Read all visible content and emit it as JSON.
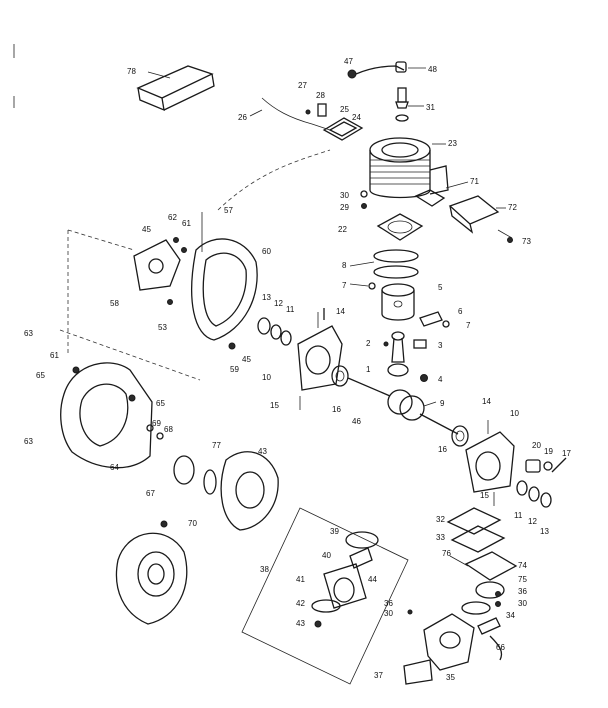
{
  "labels": [
    {
      "id": "l78",
      "text": "78"
    },
    {
      "id": "l47",
      "text": "47"
    },
    {
      "id": "l48",
      "text": "48"
    },
    {
      "id": "l27",
      "text": "27"
    },
    {
      "id": "l28",
      "text": "28"
    },
    {
      "id": "l25",
      "text": "25"
    },
    {
      "id": "l24",
      "text": "24"
    },
    {
      "id": "l26",
      "text": "26"
    },
    {
      "id": "l31a",
      "text": "31"
    },
    {
      "id": "l23",
      "text": "23"
    },
    {
      "id": "l30a",
      "text": "30"
    },
    {
      "id": "l29",
      "text": "29"
    },
    {
      "id": "l71",
      "text": "71"
    },
    {
      "id": "l72",
      "text": "72"
    },
    {
      "id": "l57",
      "text": "57"
    },
    {
      "id": "l22",
      "text": "22"
    },
    {
      "id": "l73",
      "text": "73"
    },
    {
      "id": "l62",
      "text": "62"
    },
    {
      "id": "l61a",
      "text": "61"
    },
    {
      "id": "l45a",
      "text": "45"
    },
    {
      "id": "l60",
      "text": "60"
    },
    {
      "id": "l8",
      "text": "8"
    },
    {
      "id": "l58",
      "text": "58"
    },
    {
      "id": "l7a",
      "text": "7"
    },
    {
      "id": "l5",
      "text": "5"
    },
    {
      "id": "l6",
      "text": "6"
    },
    {
      "id": "l7b",
      "text": "7"
    },
    {
      "id": "l13a",
      "text": "13"
    },
    {
      "id": "l12a",
      "text": "12"
    },
    {
      "id": "l11a",
      "text": "11"
    },
    {
      "id": "l14a",
      "text": "14"
    },
    {
      "id": "l53",
      "text": "53"
    },
    {
      "id": "l63a",
      "text": "63"
    },
    {
      "id": "l2",
      "text": "2"
    },
    {
      "id": "l3",
      "text": "3"
    },
    {
      "id": "l61b",
      "text": "61"
    },
    {
      "id": "l65a",
      "text": "65"
    },
    {
      "id": "l45b",
      "text": "45"
    },
    {
      "id": "l59",
      "text": "59"
    },
    {
      "id": "l1",
      "text": "1"
    },
    {
      "id": "l10a",
      "text": "10"
    },
    {
      "id": "l4",
      "text": "4"
    },
    {
      "id": "l16a",
      "text": "16"
    },
    {
      "id": "l65b",
      "text": "65"
    },
    {
      "id": "l15a",
      "text": "15"
    },
    {
      "id": "l46",
      "text": "46"
    },
    {
      "id": "l9",
      "text": "9"
    },
    {
      "id": "l14b",
      "text": "14"
    },
    {
      "id": "l10b",
      "text": "10"
    },
    {
      "id": "l69",
      "text": "69"
    },
    {
      "id": "l68",
      "text": "68"
    },
    {
      "id": "l63b",
      "text": "63"
    },
    {
      "id": "l16b",
      "text": "16"
    },
    {
      "id": "l77",
      "text": "77"
    },
    {
      "id": "l43a",
      "text": "43"
    },
    {
      "id": "l20",
      "text": "20"
    },
    {
      "id": "l19",
      "text": "19"
    },
    {
      "id": "l17",
      "text": "17"
    },
    {
      "id": "l64",
      "text": "64"
    },
    {
      "id": "l67",
      "text": "67"
    },
    {
      "id": "l15b",
      "text": "15"
    },
    {
      "id": "l11b",
      "text": "11"
    },
    {
      "id": "l12b",
      "text": "12"
    },
    {
      "id": "l13b",
      "text": "13"
    },
    {
      "id": "l70",
      "text": "70"
    },
    {
      "id": "l32",
      "text": "32"
    },
    {
      "id": "l39",
      "text": "39"
    },
    {
      "id": "l33",
      "text": "33"
    },
    {
      "id": "l76",
      "text": "76"
    },
    {
      "id": "l40",
      "text": "40"
    },
    {
      "id": "l38",
      "text": "38"
    },
    {
      "id": "l74",
      "text": "74"
    },
    {
      "id": "l75",
      "text": "75"
    },
    {
      "id": "l41",
      "text": "41"
    },
    {
      "id": "l44",
      "text": "44"
    },
    {
      "id": "l36a",
      "text": "36"
    },
    {
      "id": "l30b",
      "text": "30"
    },
    {
      "id": "l42",
      "text": "42"
    },
    {
      "id": "l36b",
      "text": "36"
    },
    {
      "id": "l34",
      "text": "34"
    },
    {
      "id": "l30c",
      "text": "30"
    },
    {
      "id": "l43b",
      "text": "43"
    },
    {
      "id": "l66",
      "text": "66"
    },
    {
      "id": "l37",
      "text": "37"
    },
    {
      "id": "l35",
      "text": "35"
    }
  ]
}
